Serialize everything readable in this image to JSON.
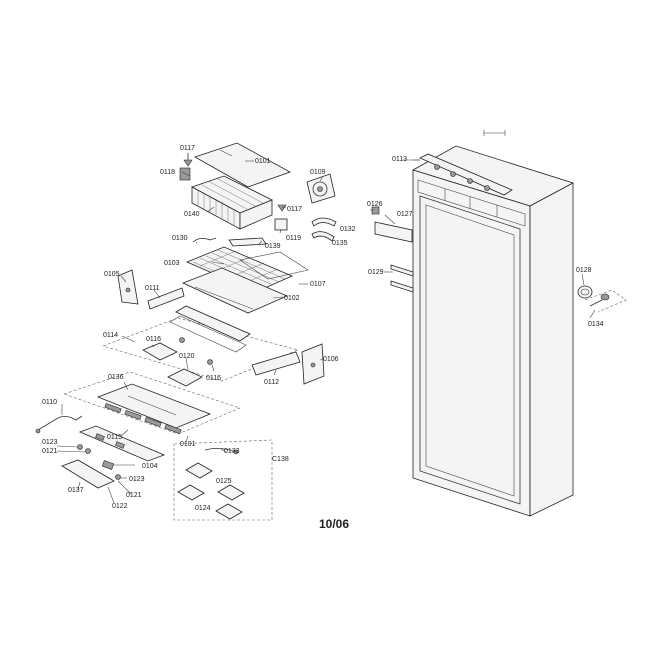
{
  "page_number": "10/06",
  "labels": {
    "l0117a": "0117",
    "l0101a": "0101",
    "l0118": "0118",
    "l0140": "0140",
    "l0117b": "0117",
    "l0109": "0109",
    "l0113": "0113",
    "l0126": "0126",
    "l0127": "0127",
    "l0119": "0119",
    "l0132": "0132",
    "l0130": "0130",
    "l0139": "0139",
    "l0135": "0135",
    "l0103": "0103",
    "l0129": "0129",
    "l0128": "0128",
    "l0105": "0105",
    "l0107": "0107",
    "l0111": "0111",
    "l0102": "0102",
    "l0134": "0134",
    "l0114": "0114",
    "l0116a": "0116",
    "l0120": "0120",
    "l0106": "0106",
    "l0116b": "0116",
    "l0112": "0112",
    "l0136": "0136",
    "l0110": "0110",
    "l0115": "0115",
    "l0101b": "0101",
    "l0133": "0133",
    "l0138": "C138",
    "l0123a": "0123",
    "l0121a": "0121",
    "l0104": "0104",
    "l0123b": "0123",
    "l0125": "0125",
    "l0137": "0137",
    "l0121b": "0121",
    "l0122": "0122",
    "l0124": "0124"
  }
}
